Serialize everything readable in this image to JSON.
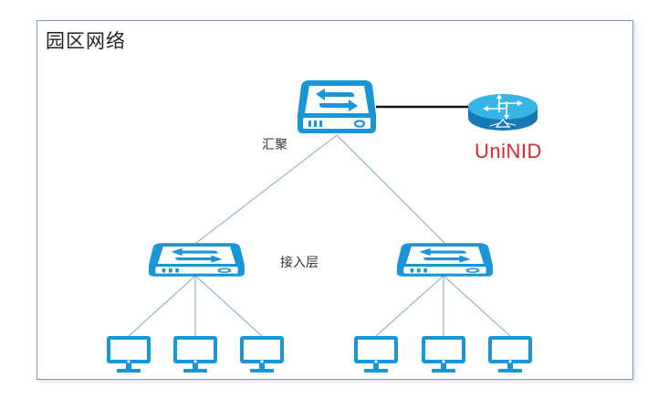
{
  "title": "园区网络",
  "labels": {
    "core_layer": "汇聚",
    "access_layer": "接入层",
    "router": "UniNID"
  },
  "colors": {
    "device_blue": "#1a95d6",
    "router_top": "#36b5e6",
    "router_side": "#1779b8",
    "link_line": "#7fa6cf",
    "uplink_line": "#111111",
    "router_label": "#d7262e",
    "frame_border": "#7f98d2"
  },
  "nodes": {
    "core_switch": {
      "type": "switch",
      "layer": "core"
    },
    "router": {
      "type": "router",
      "name": "UniNID"
    },
    "access_switches": [
      {
        "id": "access-left",
        "type": "switch",
        "pcs": 3
      },
      {
        "id": "access-right",
        "type": "switch",
        "pcs": 3
      }
    ]
  },
  "links": [
    {
      "from": "core_switch",
      "to": "router",
      "style": "thick-black"
    },
    {
      "from": "core_switch",
      "to": "access-left",
      "style": "thin-blue"
    },
    {
      "from": "core_switch",
      "to": "access-right",
      "style": "thin-blue"
    },
    {
      "from": "access-left",
      "to": "pc-1",
      "style": "thin-blue"
    },
    {
      "from": "access-left",
      "to": "pc-2",
      "style": "thin-blue"
    },
    {
      "from": "access-left",
      "to": "pc-3",
      "style": "thin-blue"
    },
    {
      "from": "access-right",
      "to": "pc-4",
      "style": "thin-blue"
    },
    {
      "from": "access-right",
      "to": "pc-5",
      "style": "thin-blue"
    },
    {
      "from": "access-right",
      "to": "pc-6",
      "style": "thin-blue"
    }
  ]
}
